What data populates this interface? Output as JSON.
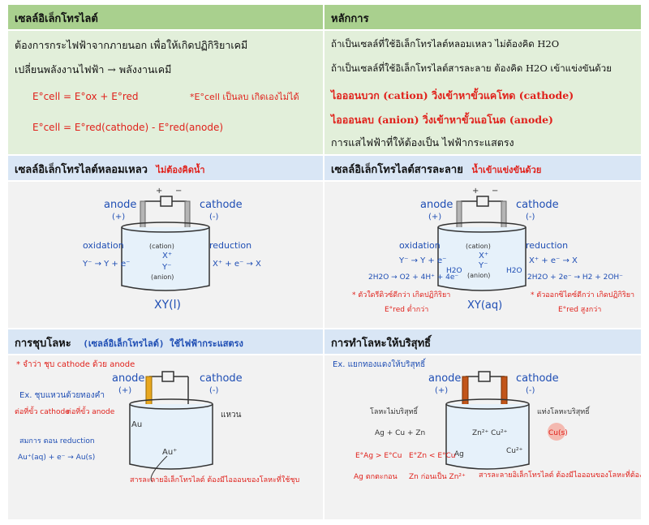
{
  "top_left": {
    "header": "เซลล์อิเล็กโทรไลต์",
    "line1": "ต้องการกระไฟฟ้าจากภายนอก เพื่อให้เกิดปฏิกิริยาเคมี",
    "line2": "เปลี่ยนพลังงานไฟฟ้า → พลังงานเคมี",
    "eq1": "E°cell = E°ox + E°red",
    "eq2": "E°cell = E°red(cathode) - E°red(anode)",
    "note": "*E°cell เป็นลบ เกิดเองไม่ได้"
  },
  "top_right": {
    "header": "หลักการ",
    "line1": "ถ้าเป็นเซลล์ที่ใช้อิเล็กโทรไลต์หลอมเหลว ไม่ต้องคิด H2O",
    "line2": "ถ้าเป็นเซลล์ที่ใช้อิเล็กโทรไลต์สารละลาย ต้องคิด H2O เข้าแข่งขันด้วย",
    "line3": "ไอออนบวก (cation) วิ่งเข้าหาขั้วแคโทด (cathode)",
    "line4": "ไอออนลบ (anion) วิ่งเข้าหาขั้วแอโนด (anode)",
    "line5": "การแสไฟฟ้าที่ให้ต้องเป็น ไฟฟ้ากระแสตรง"
  },
  "mid_left": {
    "header": "เซลล์อิเล็กโทรไลต์หลอมเหลว",
    "note": "ไม่ต้องคิดน้ำ",
    "anode": "anode",
    "anode_sign": "(+)",
    "cathode": "cathode",
    "cathode_sign": "(-)",
    "oxidation": "oxidation",
    "reduction": "reduction",
    "ox_eq": "Y⁻ → Y + e⁻",
    "red_eq": "X⁺ + e⁻ → X",
    "cation": "(cation)",
    "anion": "(anion)",
    "x_ion": "X⁺",
    "y_ion": "Y⁻",
    "label": "XY(l)"
  },
  "mid_right": {
    "header": "เซลล์อิเล็กโทรไลต์สารละลาย",
    "note": "น้ำเข้าแข่งขันด้วย",
    "anode": "anode",
    "anode_sign": "(+)",
    "cathode": "cathode",
    "cathode_sign": "(-)",
    "oxidation": "oxidation",
    "reduction": "reduction",
    "ox_eq": "Y⁻ → Y + e⁻",
    "red_eq": "X⁺ + e⁻ → X",
    "ox_water": "2H2O → O2 + 4H⁺ + 4e⁻",
    "red_water": "2H2O + 2e⁻ → H2 + 2OH⁻",
    "cation": "(cation)",
    "anion": "(anion)",
    "x_ion": "X⁺",
    "y_ion": "Y⁻",
    "h2o": "H2O",
    "note_left": "* ตัวใดรีดิวซ์ดีกว่า เกิดปฏิกิริยา",
    "note_left2": "E°red ต่ำกว่า",
    "note_right": "* ตัวออกซิไดซ์ดีกว่า เกิดปฏิกิริยา",
    "note_right2": "E°red สูงกว่า",
    "label": "XY(aq)"
  },
  "bot_left": {
    "header": "การชุบโลหะ",
    "subheader": "(เซลล์อิเล็กโทรไลต์) ใช้ไฟฟ้ากระแสตรง",
    "note1": "* จำว่า ชุบ cathode ด้วย anode",
    "anode": "anode",
    "anode_sign": "(+)",
    "cathode": "cathode",
    "cathode_sign": "(-)",
    "ex": "Ex. ชุบแหวนด้วยทองคำ",
    "left_label": "ต่อที่ขั้ว cathode",
    "right_label": "ต่อที่ขั้ว anode",
    "reduction_note": "สมการ ตอน reduction",
    "red_eq": "Au⁺(aq) + e⁻ → Au(s)",
    "au": "Au",
    "ring": "แหวน",
    "au_ion": "Au⁺",
    "electrolyte": "สารละลายอิเล็กโทรไลต์ ต้องมีไอออนของโลหะที่ใช้ชุบ"
  },
  "bot_right": {
    "header": "การทำโลหะให้บริสุทธิ์",
    "ex": "Ex. แยกทองแดงให้บริสุทธิ์",
    "anode": "anode",
    "anode_sign": "(+)",
    "cathode": "cathode",
    "cathode_sign": "(-)",
    "impure": "โลหะไม่บริสุทธิ์",
    "pure": "แท่งโลหะบริสุทธิ์",
    "mix": "Ag + Cu + Zn",
    "cu_s": "Cu(s)",
    "ions": "Zn²⁺ Cu²⁺",
    "ag": "Ag",
    "cu2": "Cu²⁺",
    "cmp1": "E°Ag > E°Cu",
    "cmp2": "E°Zn < E°Cu",
    "res1": "Ag ตกตะกอน",
    "res2": "Zn ก่อนเป็น Zn²⁺",
    "electrolyte": "สารละลายอิเล็กโทรไลต์ ต้องมีไอออนของโลหะที่ต้องการ"
  },
  "colors": {
    "green_header": "#a9d08e",
    "green_cell": "#e2efda",
    "blue_header": "#d9e6f5",
    "gray_cell": "#f2f2f2",
    "red": "#e0211b",
    "blue": "#1f4eb4",
    "highlight": "#f4b9b0"
  }
}
